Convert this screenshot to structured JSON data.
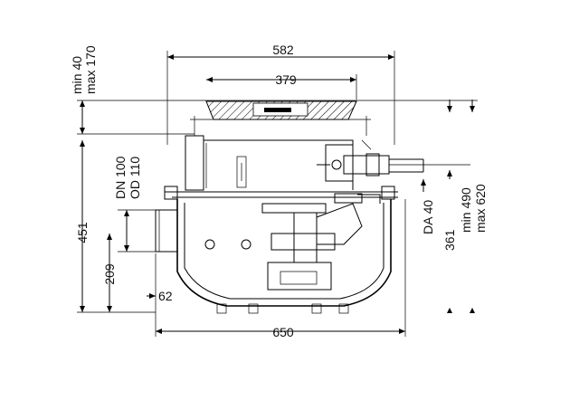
{
  "dimensions": {
    "top_width": "582",
    "inner_width": "379",
    "cover_min": "min 40",
    "cover_max": "max 170",
    "pipe_dn": "DN 100",
    "pipe_od": "OD 110",
    "height_total": "451",
    "height_inlet": "209",
    "offset_left": "62",
    "bottom_width": "650",
    "da": "DA 40",
    "height_da": "361",
    "depth_min": "min 490",
    "depth_max": "max 620"
  }
}
